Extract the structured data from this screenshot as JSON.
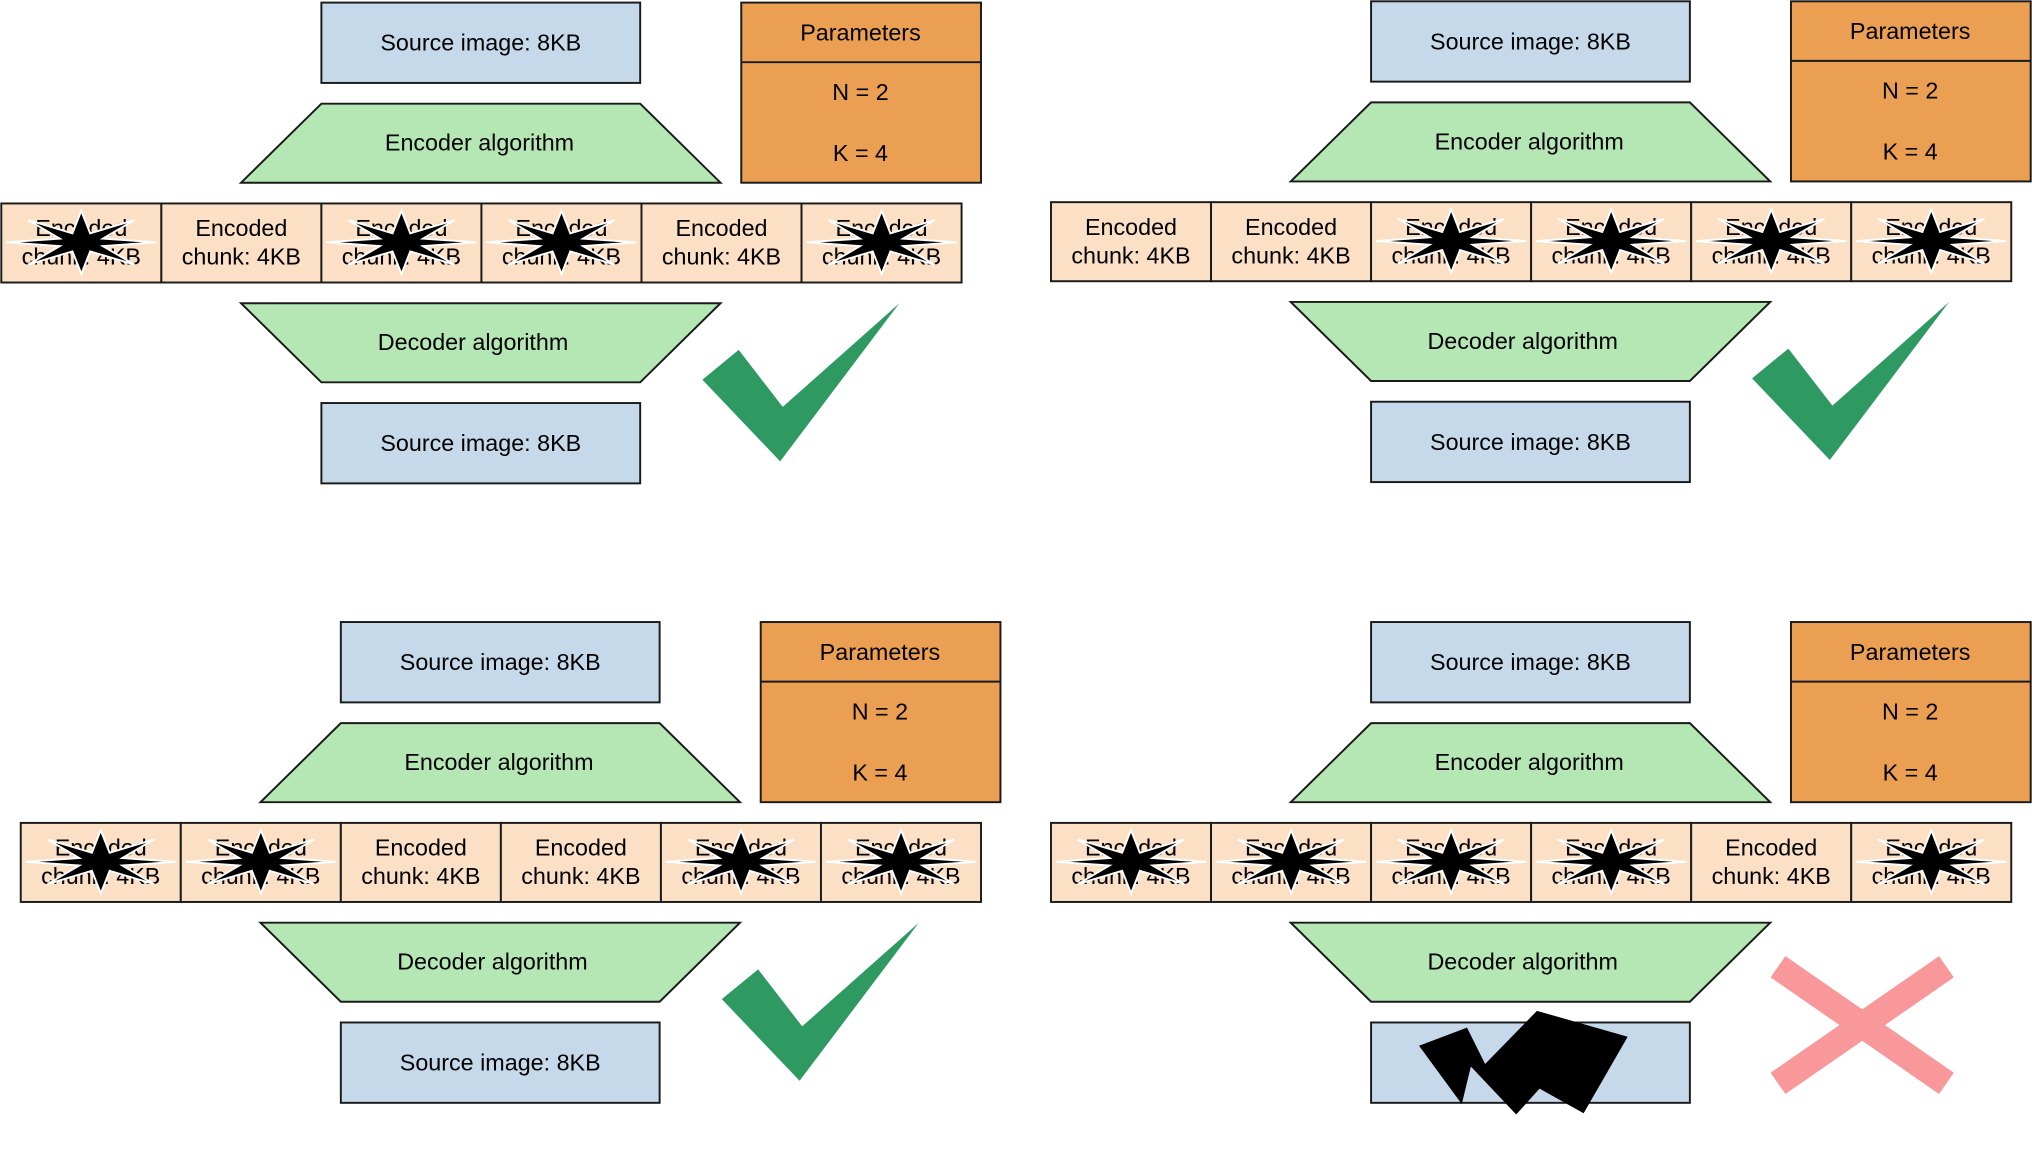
{
  "colors": {
    "source_fill": "#c5d9ea",
    "params_fill": "#eb9f52",
    "algo_fill": "#b5e7b4",
    "chunk_fill": "#fbe0c6",
    "check_color": "#2e9961",
    "cross_color": "#f8989a",
    "stroke": "#1a1a1a"
  },
  "labels": {
    "source_image": "Source image: 8KB",
    "encoder": "Encoder algorithm",
    "decoder": "Decoder algorithm",
    "params_title": "Parameters",
    "param_n": "N = 2",
    "param_k": "K = 4",
    "chunk_line1": "Encoded",
    "chunk_line2": "chunk: 4KB"
  },
  "panels": [
    {
      "id": "top-left",
      "chunks_lost": [
        true,
        false,
        true,
        true,
        false,
        true
      ],
      "result": "success",
      "result_icon": "checkmark-icon"
    },
    {
      "id": "top-right",
      "chunks_lost": [
        false,
        false,
        true,
        true,
        true,
        true
      ],
      "result": "success",
      "result_icon": "checkmark-icon"
    },
    {
      "id": "bottom-left",
      "chunks_lost": [
        true,
        true,
        false,
        false,
        true,
        true
      ],
      "result": "success",
      "result_icon": "checkmark-icon"
    },
    {
      "id": "bottom-right",
      "chunks_lost": [
        true,
        true,
        true,
        true,
        false,
        true
      ],
      "result": "failure",
      "result_icon": "cross-icon"
    }
  ]
}
